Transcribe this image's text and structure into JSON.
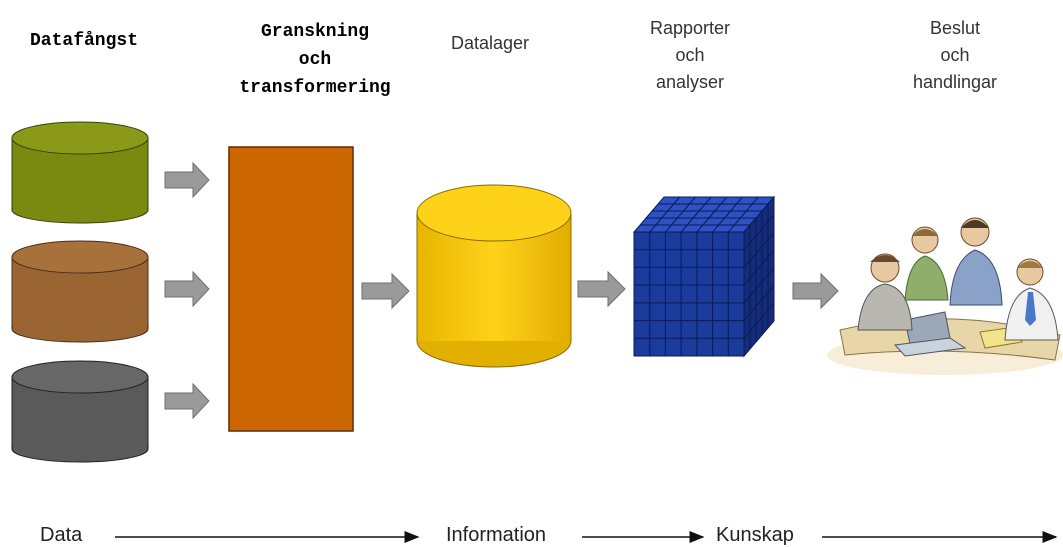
{
  "stages": {
    "capture": {
      "label": "Datafångst"
    },
    "transform": {
      "lines": [
        "Granskning",
        "och",
        "transformering"
      ]
    },
    "warehouse": {
      "label": "Datalager"
    },
    "reports": {
      "lines": [
        "Rapporter",
        "och",
        "analyser"
      ]
    },
    "decisions": {
      "lines": [
        "Beslut",
        "och",
        "handlingar"
      ]
    }
  },
  "flow": {
    "data": "Data",
    "information": "Information",
    "knowledge": "Kunskap"
  },
  "colors": {
    "source_olive": "#7a8a10",
    "source_brown": "#9a6533",
    "source_gray": "#5a5a5a",
    "etl_orange": "#cc6600",
    "warehouse_yellow": "#f2c200",
    "cube_blue": "#1a3a9c",
    "arrow_gray": "#9a9a9a"
  },
  "icons": [
    "database-cylinder",
    "transform-block",
    "data-cube",
    "people-meeting"
  ]
}
